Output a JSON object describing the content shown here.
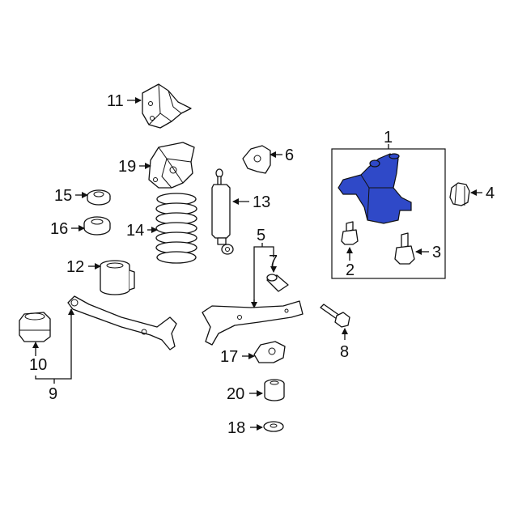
{
  "diagram": {
    "callouts": [
      "1",
      "2",
      "3",
      "4",
      "5",
      "6",
      "7",
      "8",
      "9",
      "10",
      "11",
      "12",
      "13",
      "14",
      "15",
      "16",
      "17",
      "18",
      "19",
      "20"
    ],
    "highlight_color": "#2f49c8",
    "line_color": "#111111",
    "background": "#ffffff"
  }
}
